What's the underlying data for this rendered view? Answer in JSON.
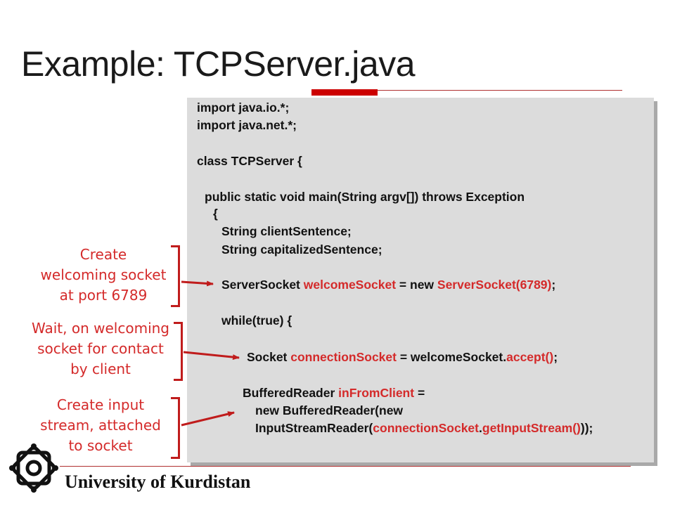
{
  "slide": {
    "title": "Example: TCPServer.java",
    "footer": {
      "university_name": "University of Kurdistan",
      "logo_icon": "university-knot-logo-icon"
    },
    "colors": {
      "accent_red": "#d42a2a",
      "code_background": "#dcdcdc",
      "code_text": "#111111"
    }
  },
  "code": {
    "line1": "import java.io.*;",
    "line2": "import java.net.*;",
    "line3": "class TCPServer {",
    "line4": "public static void main(String argv[]) throws Exception",
    "line5": "{",
    "line6": "String clientSentence;",
    "line7": "String capitalizedSentence;",
    "line8": {
      "t1": "ServerSocket ",
      "t2": "welcomeSocket",
      "t3": " = new ",
      "t4": "ServerSocket(6789)",
      "t5": ";"
    },
    "line9": "while(true) {",
    "line10": {
      "t1": "Socket ",
      "t2": "connectionSocket",
      "t3": " = welcomeSocket.",
      "t4": "accept()",
      "t5": ";"
    },
    "line11": {
      "t1": "BufferedReader ",
      "t2": "inFromClient",
      "t3": " ="
    },
    "line12": "new BufferedReader(new",
    "line13": {
      "t1": "InputStreamReader(",
      "t2": "connectionSocket",
      "t3": ".",
      "t4": "getInputStream()",
      "t5": "));"
    }
  },
  "annotations": [
    {
      "line1": "Create",
      "line2": "welcoming socket",
      "line3": "at port 6789"
    },
    {
      "line1": "Wait, on welcoming",
      "line2": "socket for contact",
      "line3": "by client"
    },
    {
      "line1": "Create input",
      "line2": "stream, attached",
      "line3": "to socket"
    }
  ]
}
